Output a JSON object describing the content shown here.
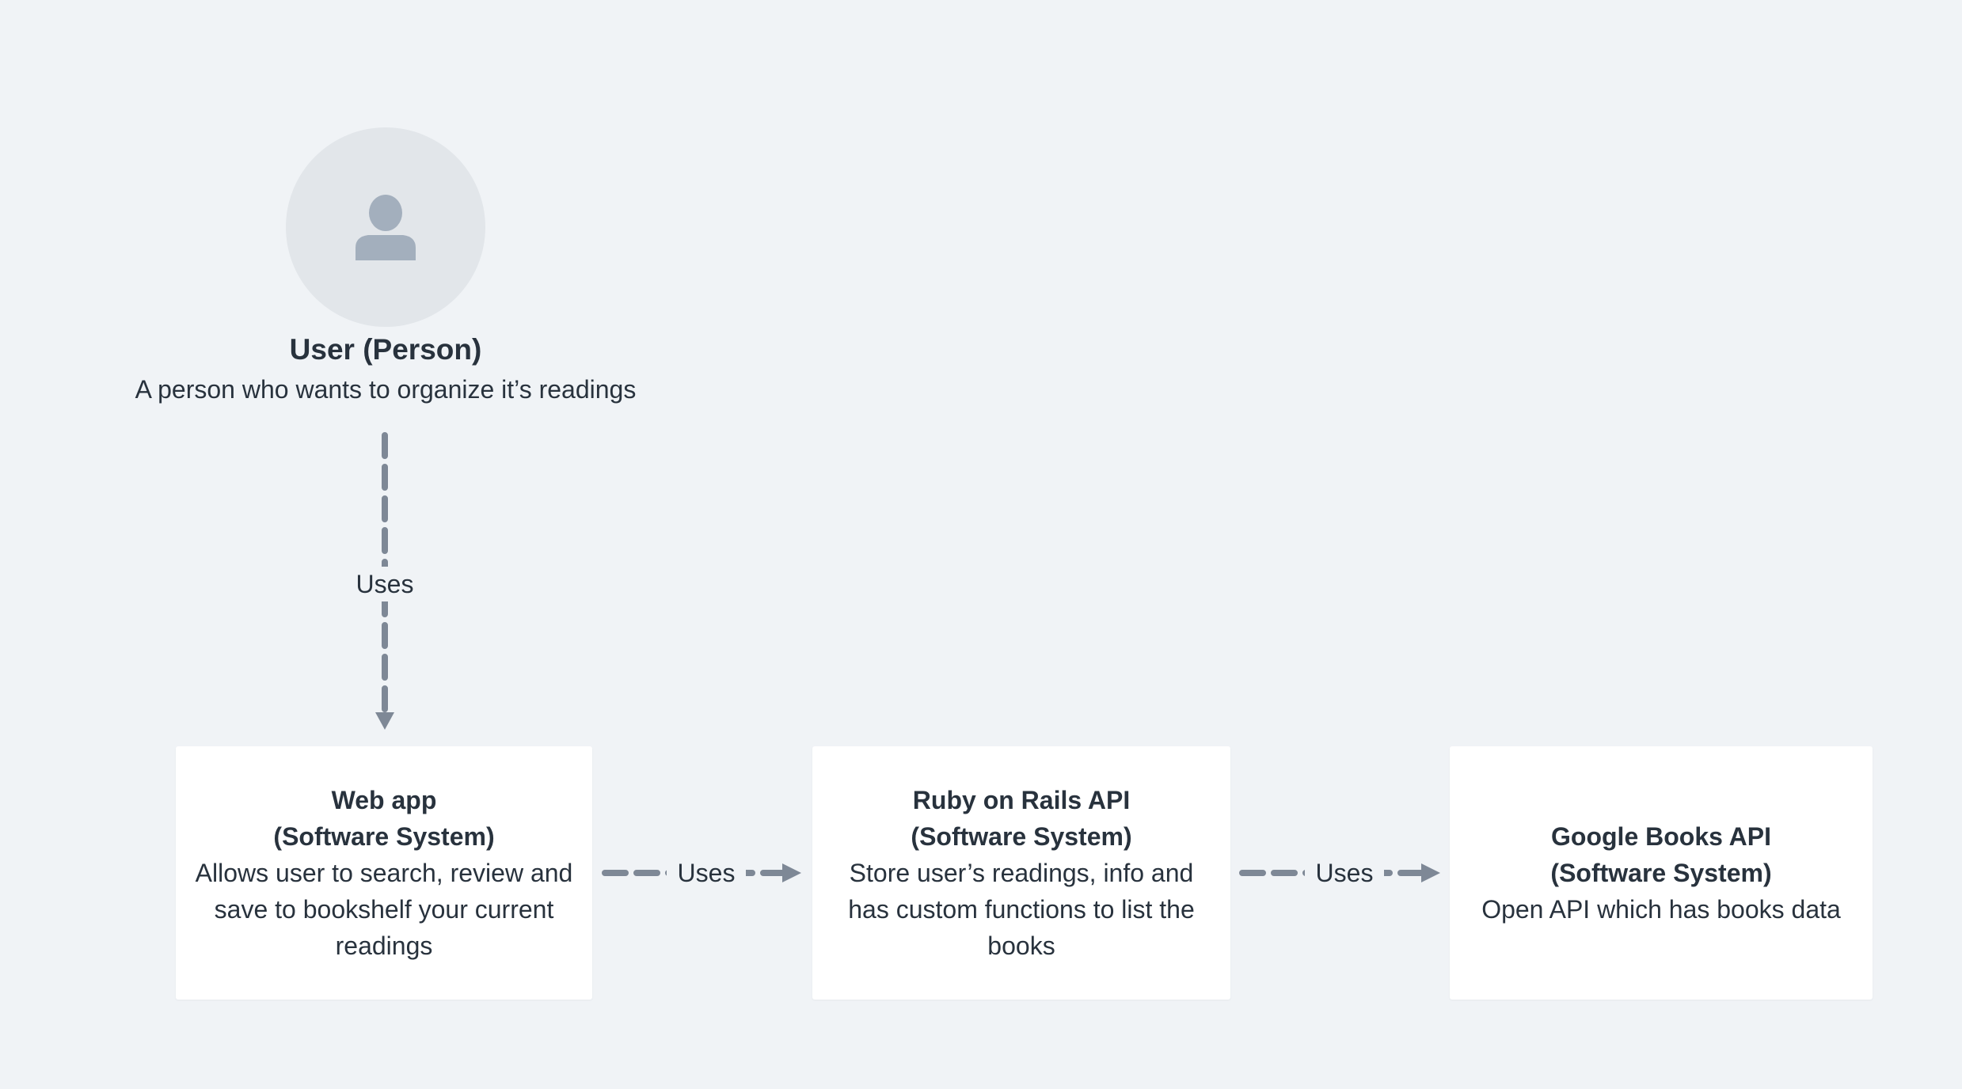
{
  "colors": {
    "background": "#f0f3f6",
    "box": "#ffffff",
    "text": "#28323d",
    "connector": "#7e8896",
    "avatar_bg": "#e2e6ea",
    "avatar_icon": "#a3afbd"
  },
  "person": {
    "icon": "person-icon",
    "title": "User (Person)",
    "description": "A person who wants to organize it’s readings"
  },
  "systems": [
    {
      "title": "Web app",
      "type": "(Software System)",
      "description": "Allows user to search, review and save to bookshelf your current readings"
    },
    {
      "title": "Ruby on Rails API",
      "type": "(Software System)",
      "description": "Store user’s readings, info and has custom functions to list the books"
    },
    {
      "title": "Google Books API",
      "type": "(Software System)",
      "description": "Open API which has books data"
    }
  ],
  "relations": [
    {
      "from": "User (Person)",
      "to": "Web app",
      "label": "Uses"
    },
    {
      "from": "Web app",
      "to": "Ruby on Rails API",
      "label": "Uses"
    },
    {
      "from": "Ruby on Rails API",
      "to": "Google Books API",
      "label": "Uses"
    }
  ]
}
